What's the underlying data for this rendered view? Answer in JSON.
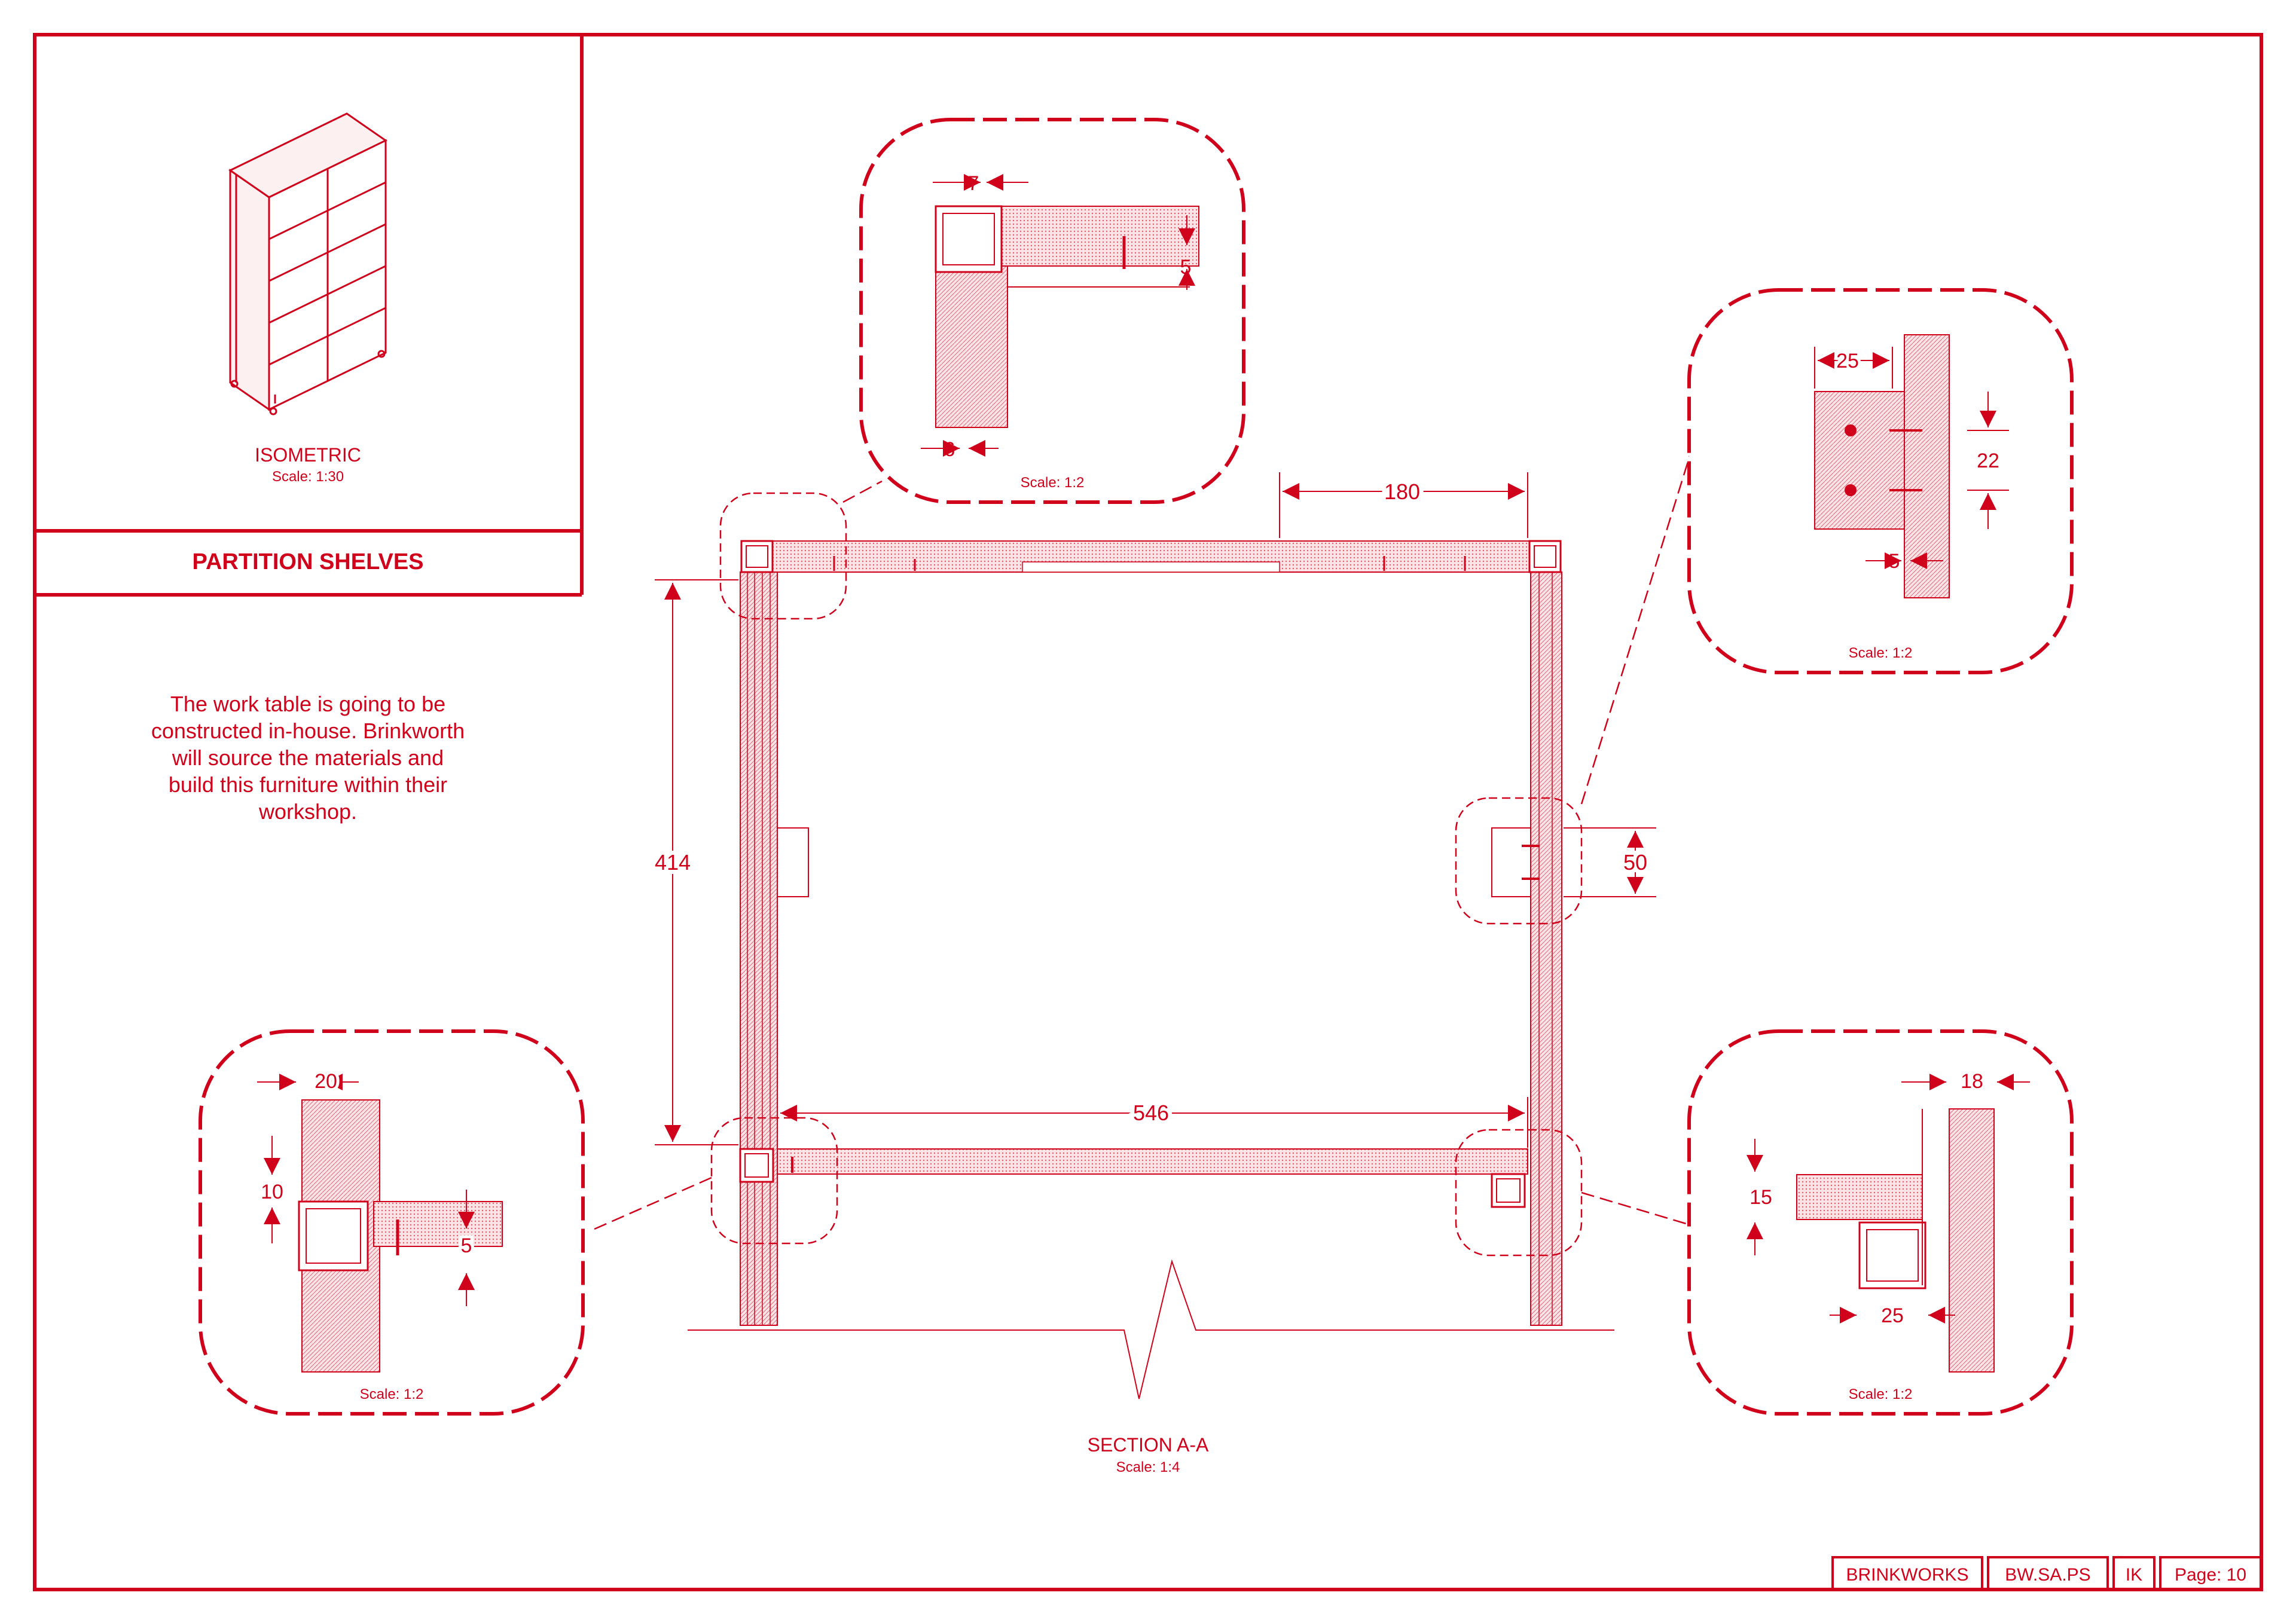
{
  "colors": {
    "ink": "#d0021b",
    "hatch": "#e8a0a8",
    "paper": "#ffffff"
  },
  "isometric": {
    "label": "ISOMETRIC",
    "scale": "Scale: 1:30"
  },
  "title": "PARTITION SHELVES",
  "note": {
    "lines": [
      "The work table is going to be",
      "constructed in-house. Brinkworth",
      "will source the materials and",
      "build this furniture within their",
      "workshop."
    ]
  },
  "section": {
    "label": "SECTION A-A",
    "scale": "Scale: 1:4"
  },
  "dimensions": {
    "top_span": "180",
    "height": "414",
    "bottom_span": "546",
    "right_support": "50"
  },
  "details": {
    "top_corner": {
      "scale": "Scale: 1:2",
      "dims": [
        "7",
        "5",
        "6"
      ]
    },
    "right_support": {
      "scale": "Scale: 1:2",
      "dims": [
        "25",
        "22",
        "5"
      ]
    },
    "bottom_left": {
      "scale": "Scale: 1:2",
      "dims": [
        "20",
        "10",
        "5"
      ]
    },
    "bottom_right": {
      "scale": "Scale: 1:2",
      "dims": [
        "18",
        "15",
        "25"
      ]
    }
  },
  "title_block": {
    "company": "BRINKWORKS",
    "code": "BW.SA.PS",
    "author": "IK",
    "page": "Page: 10"
  }
}
